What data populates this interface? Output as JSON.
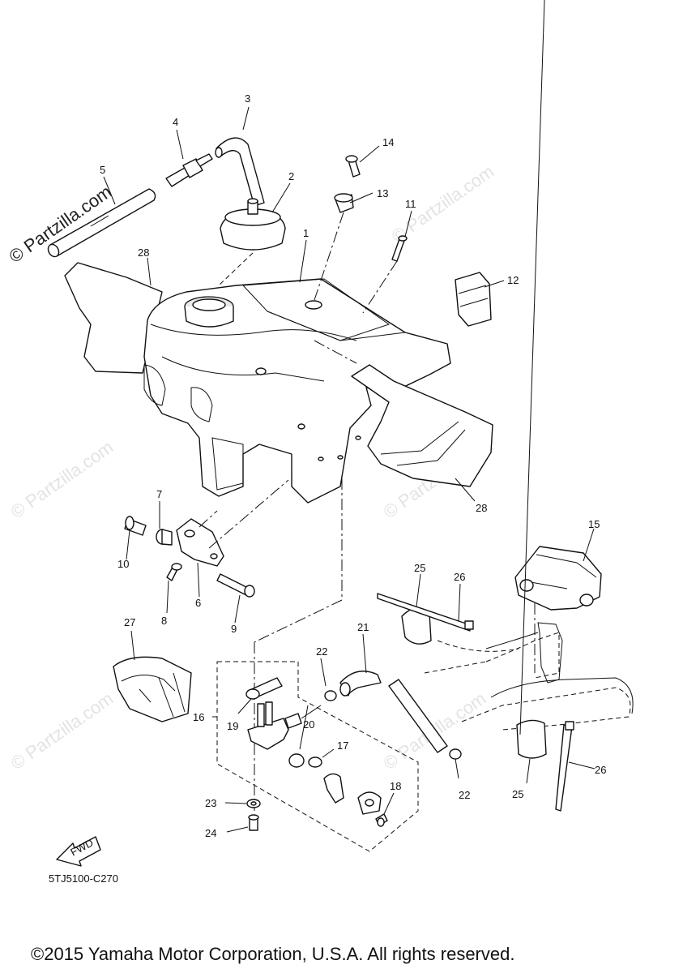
{
  "watermark": {
    "primary": "© Partzilla.com",
    "faint": "© Partzilla.com"
  },
  "diagram": {
    "code": "5TJ5100-C270",
    "fwd": "FWD",
    "labels": [
      {
        "id": "1",
        "text": "1"
      },
      {
        "id": "2",
        "text": "2"
      },
      {
        "id": "3",
        "text": "3"
      },
      {
        "id": "4",
        "text": "4"
      },
      {
        "id": "5",
        "text": "5"
      },
      {
        "id": "6",
        "text": "6"
      },
      {
        "id": "7",
        "text": "7"
      },
      {
        "id": "8",
        "text": "8"
      },
      {
        "id": "9",
        "text": "9"
      },
      {
        "id": "10",
        "text": "10"
      },
      {
        "id": "11",
        "text": "11"
      },
      {
        "id": "12",
        "text": "12"
      },
      {
        "id": "13",
        "text": "13"
      },
      {
        "id": "14",
        "text": "14"
      },
      {
        "id": "15",
        "text": "15"
      },
      {
        "id": "16",
        "text": "16"
      },
      {
        "id": "17",
        "text": "17"
      },
      {
        "id": "18",
        "text": "18"
      },
      {
        "id": "19",
        "text": "19"
      },
      {
        "id": "20",
        "text": "20"
      },
      {
        "id": "21",
        "text": "21"
      },
      {
        "id": "22a",
        "text": "22"
      },
      {
        "id": "22b",
        "text": "22"
      },
      {
        "id": "23",
        "text": "23"
      },
      {
        "id": "24",
        "text": "24"
      },
      {
        "id": "25a",
        "text": "25"
      },
      {
        "id": "25b",
        "text": "25"
      },
      {
        "id": "26a",
        "text": "26"
      },
      {
        "id": "26b",
        "text": "26"
      },
      {
        "id": "27",
        "text": "27"
      },
      {
        "id": "28a",
        "text": "28"
      },
      {
        "id": "28b",
        "text": "28"
      }
    ]
  },
  "copyright": "©2015 Yamaha Motor Corporation, U.S.A. All rights reserved."
}
